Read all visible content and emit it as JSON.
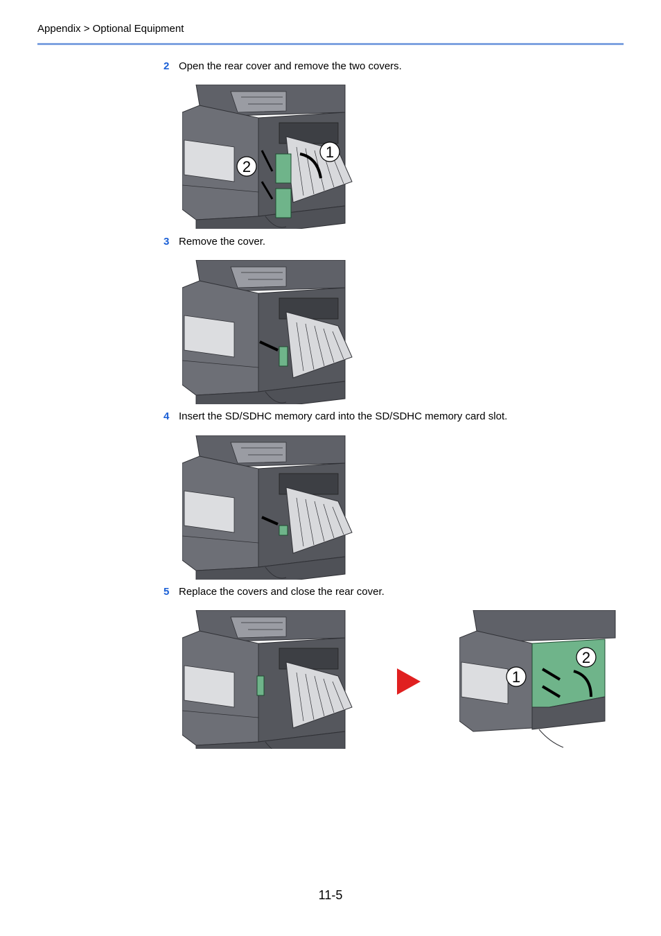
{
  "header": {
    "breadcrumb": "Appendix > Optional Equipment"
  },
  "steps": [
    {
      "num": "2",
      "text": "Open the rear cover and remove the two covers.",
      "callouts": [
        "1",
        "2"
      ]
    },
    {
      "num": "3",
      "text": "Remove the cover."
    },
    {
      "num": "4",
      "text": "Insert the SD/SDHC memory card into the SD/SDHC memory card slot."
    },
    {
      "num": "5",
      "text": "Replace the covers and close the rear cover.",
      "callouts": [
        "1",
        "2"
      ]
    }
  ],
  "footer": {
    "page_number": "11-5"
  },
  "colors": {
    "accent_blue": "#1a5fd6",
    "rule": "#7ea2e0",
    "cover_green": "#6fb48a",
    "arrow_red": "#e02020"
  },
  "icons": [
    "printer-rear-illustration",
    "next-step-arrow-icon"
  ]
}
